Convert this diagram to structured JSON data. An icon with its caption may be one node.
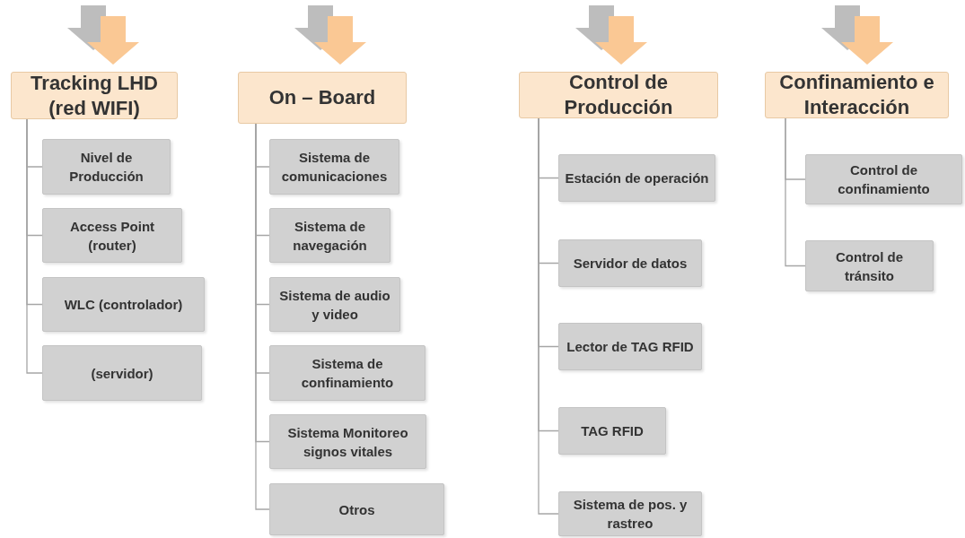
{
  "diagram": {
    "nodes": [
      {
        "text": [
          "Tracking LHD (red WIFI)"
        ]
      },
      {
        "text": [
          "Nivel de Producción"
        ]
      },
      {
        "text": [
          "Access Point (router)"
        ]
      },
      {
        "text": [
          "WLC (controlador)"
        ]
      },
      {
        "text": [
          "(servidor)"
        ]
      },
      {
        "text": [
          "On – Board"
        ]
      },
      {
        "text": [
          "Sistema de comunicaciones"
        ]
      },
      {
        "text": [
          "Sistema de navegación"
        ]
      },
      {
        "text": [
          "Sistema de audio y video"
        ]
      },
      {
        "text": [
          "Sistema de confinamiento"
        ]
      },
      {
        "text": [
          "Sistema Monitoreo signos vitales"
        ]
      },
      {
        "text": [
          "Otros"
        ]
      },
      {
        "text": [
          "Control de Producción"
        ]
      },
      {
        "text": [
          "Estación de operación"
        ]
      },
      {
        "text": [
          "Servidor de datos"
        ]
      },
      {
        "text": [
          "Lector de TAG RFID"
        ]
      },
      {
        "text": [
          "TAG RFID"
        ]
      },
      {
        "text": [
          "Sistema de pos. y rastreo"
        ]
      },
      {
        "text": [
          "Confinamiento e Interacción"
        ]
      },
      {
        "text": [
          "Control de confinamiento"
        ]
      },
      {
        "text": [
          "Control de tránsito"
        ]
      }
    ],
    "edges": [
      {
        "from": null,
        "to": 0,
        "arrow": "to"
      },
      {
        "from": 0,
        "to": 1,
        "arrow": "none"
      },
      {
        "from": 0,
        "to": 2,
        "arrow": "none"
      },
      {
        "from": 0,
        "to": 3,
        "arrow": "none"
      },
      {
        "from": 0,
        "to": 4,
        "arrow": "none"
      },
      {
        "from": null,
        "to": 5,
        "arrow": "to"
      },
      {
        "from": 5,
        "to": 6,
        "arrow": "none"
      },
      {
        "from": 5,
        "to": 7,
        "arrow": "none"
      },
      {
        "from": 5,
        "to": 8,
        "arrow": "none"
      },
      {
        "from": 5,
        "to": 9,
        "arrow": "none"
      },
      {
        "from": 5,
        "to": 10,
        "arrow": "none"
      },
      {
        "from": 5,
        "to": 11,
        "arrow": "none"
      },
      {
        "from": null,
        "to": 12,
        "arrow": "to"
      },
      {
        "from": 12,
        "to": 13,
        "arrow": "none"
      },
      {
        "from": 12,
        "to": 14,
        "arrow": "none"
      },
      {
        "from": 12,
        "to": 15,
        "arrow": "none"
      },
      {
        "from": 12,
        "to": 16,
        "arrow": "none"
      },
      {
        "from": 12,
        "to": 17,
        "arrow": "none"
      },
      {
        "from": null,
        "to": 18,
        "arrow": "to"
      },
      {
        "from": 18,
        "to": 19,
        "arrow": "none"
      },
      {
        "from": 18,
        "to": 20,
        "arrow": "none"
      }
    ]
  }
}
